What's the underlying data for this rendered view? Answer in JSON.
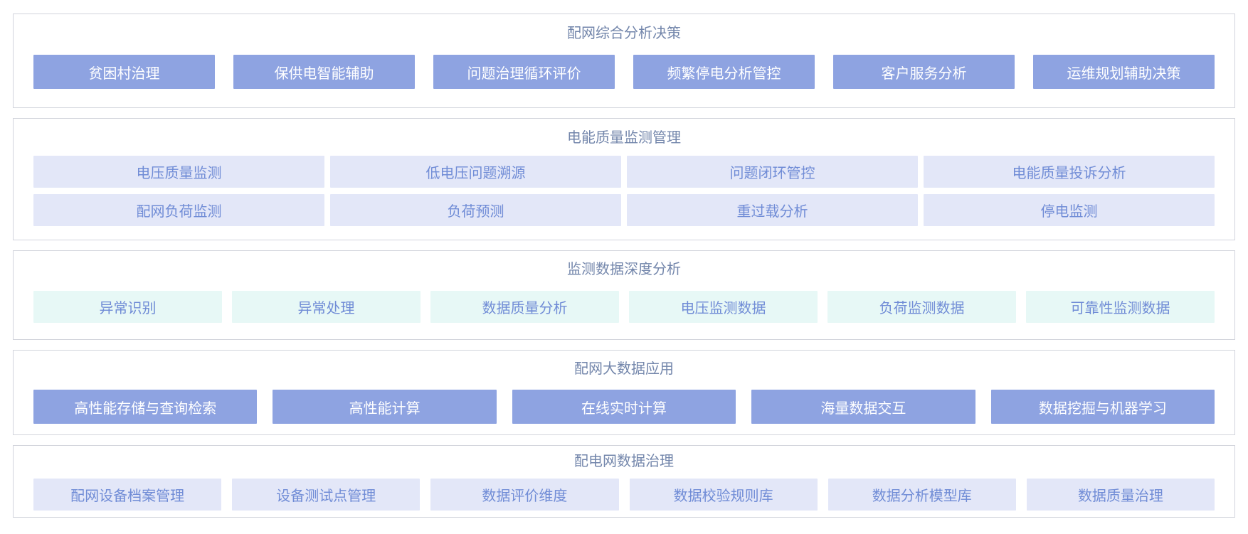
{
  "colors": {
    "section_border": "#d2d4dc",
    "title_text": "#7386ab",
    "solid_tile_bg": "#8ea3e1",
    "solid_tile_text": "#ffffff",
    "lavender_tile_bg": "#e3e7f8",
    "mint_tile_bg": "#e7f8f6",
    "light_tile_text": "#708cd6"
  },
  "sections": [
    {
      "title": "配网综合分析决策",
      "style": "solid",
      "rows": [
        [
          "贫困村治理",
          "保供电智能辅助",
          "问题治理循环评价",
          "频繁停电分析管控",
          "客户服务分析",
          "运维规划辅助决策"
        ]
      ]
    },
    {
      "title": "电能质量监测管理",
      "style": "lavender",
      "rows": [
        [
          "电压质量监测",
          "低电压问题溯源",
          "问题闭环管控",
          "电能质量投诉分析"
        ],
        [
          "配网负荷监测",
          "负荷预测",
          "重过载分析",
          "停电监测"
        ]
      ]
    },
    {
      "title": "监测数据深度分析",
      "style": "mint",
      "rows": [
        [
          "异常识别",
          "异常处理",
          "数据质量分析",
          "电压监测数据",
          "负荷监测数据",
          "可靠性监测数据"
        ]
      ]
    },
    {
      "title": "配网大数据应用",
      "style": "solid",
      "rows": [
        [
          "高性能存储与查询检索",
          "高性能计算",
          "在线实时计算",
          "海量数据交互",
          "数据挖掘与机器学习"
        ]
      ]
    },
    {
      "title": "配电网数据治理",
      "style": "lavender",
      "rows": [
        [
          "配网设备档案管理",
          "设备测试点管理",
          "数据评价维度",
          "数据校验规则库",
          "数据分析模型库",
          "数据质量治理"
        ]
      ]
    }
  ]
}
